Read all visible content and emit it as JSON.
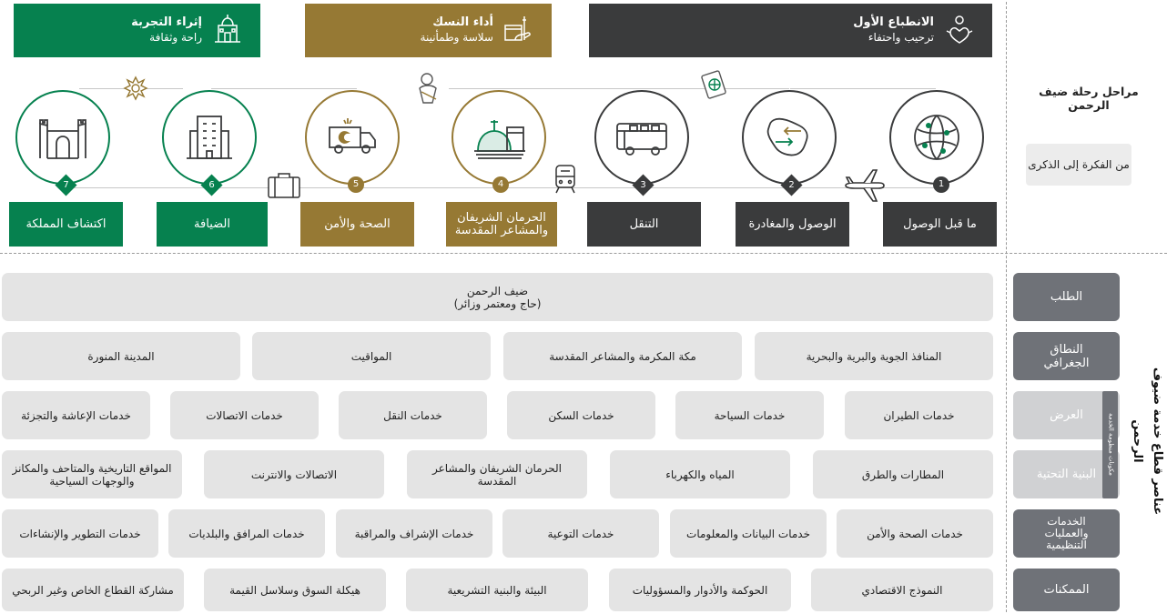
{
  "headers": [
    {
      "title": "الانطباع الأول",
      "subtitle": "ترحيب واحتفاء",
      "color": "#3a3b3c",
      "icon": "heart-hands-icon"
    },
    {
      "title": "أداء النسك",
      "subtitle": "سلاسة وطمأنينة",
      "color": "#967934",
      "icon": "kaaba-hand-icon"
    },
    {
      "title": "إثراء التجربة",
      "subtitle": "راحة وثقافة",
      "color": "#06814f",
      "icon": "mosque-building-icon"
    }
  ],
  "side": {
    "journey_title": "مراحل رحلة ضيف الرحمن",
    "journey_sub": "من الفكرة إلى الذكرى",
    "vertical_title": "عناصر قطاع خدمة ضيوف الرحمن",
    "offer_infra_tag": "مكونات منظومة الخدمة"
  },
  "stages": [
    {
      "num": "1",
      "label": "ما قبل الوصول",
      "color": "#3a3b3c",
      "icon": "globe-icon"
    },
    {
      "num": "2",
      "label": "الوصول والمغادرة",
      "color": "#3a3b3c",
      "icon": "arrival-departure-map-icon"
    },
    {
      "num": "3",
      "label": "التنقل",
      "color": "#3a3b3c",
      "icon": "bus-icon"
    },
    {
      "num": "4",
      "label": "الحرمان الشريفان والمشاعر المقدسة",
      "color": "#967934",
      "icon": "mosque-kaaba-icon"
    },
    {
      "num": "5",
      "label": "الصحة والأمن",
      "color": "#967934",
      "icon": "ambulance-icon"
    },
    {
      "num": "6",
      "label": "الضيافة",
      "color": "#06814f",
      "icon": "hotel-building-icon"
    },
    {
      "num": "7",
      "label": "اكتشاف المملكة",
      "color": "#06814f",
      "icon": "heritage-fort-icon"
    }
  ],
  "rows": {
    "demand": {
      "label": "الطلب",
      "items": [
        {
          "line1": "ضيف الرحمن",
          "line2": "(حاج ومعتمر وزائر)"
        }
      ]
    },
    "geo": {
      "label": "النطاق الجغرافي",
      "items": [
        "المنافذ الجوية والبرية والبحرية",
        "مكة المكرمة والمشاعر المقدسة",
        "المواقيت",
        "المدينة المنورة"
      ]
    },
    "offer": {
      "label": "العرض",
      "items": [
        "خدمات الطيران",
        "خدمات السياحة",
        "خدمات السكن",
        "خدمات النقل",
        "خدمات الاتصالات",
        "خدمات الإعاشة والتجزئة"
      ]
    },
    "infra": {
      "label": "البنية التحتية",
      "items": [
        "المطارات والطرق",
        "المياه والكهرباء",
        "الحرمان الشريفان والمشاعر المقدسة",
        "الاتصالات والانترنت",
        "المواقع التاريخية والمتاحف والمكانز والوجهات السياحية"
      ]
    },
    "ops": {
      "label": "الخدمات والعمليات التنظيمية",
      "items": [
        "خدمات الصحة والأمن",
        "خدمات البيانات والمعلومات",
        "خدمات التوعية",
        "خدمات الإشراف والمراقبة",
        "خدمات المرافق والبلديات",
        "خدمات التطوير والإنشاءات"
      ]
    },
    "enablers": {
      "label": "الممكنات",
      "items": [
        "النموذج الاقتصادي",
        "الحوكمة والأدوار والمسؤوليات",
        "البيئة والبنية التشريعية",
        "هيكلة السوق وسلاسل القيمة",
        "مشاركة القطاع الخاص وغير الربحي"
      ]
    }
  },
  "colors": {
    "dark": "#3a3b3c",
    "gold": "#967934",
    "green": "#06814f",
    "box": "#e4e4e4",
    "label": "#6f7278"
  }
}
